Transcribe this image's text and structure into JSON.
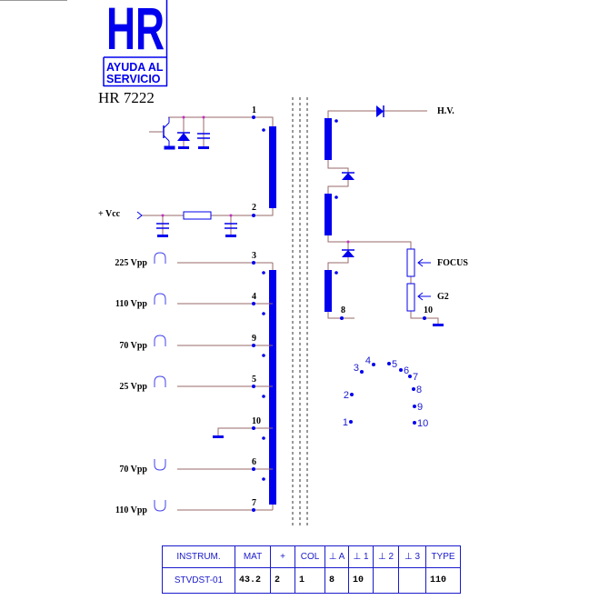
{
  "logo": {
    "letters": "HR",
    "line1": "AYUDA AL",
    "line2": "SERVICIO"
  },
  "model": "HR 7222",
  "primary": {
    "pin_top": "1",
    "pin_bottom": "2",
    "vcc_label": "+ Vcc"
  },
  "secondary_pins": [
    {
      "pin": "3",
      "label": "225  Vpp",
      "pulse": "positive"
    },
    {
      "pin": "4",
      "label": "110  Vpp",
      "pulse": "positive"
    },
    {
      "pin": "9",
      "label": "70  Vpp",
      "pulse": "positive"
    },
    {
      "pin": "5",
      "label": "25  Vpp",
      "pulse": "positive"
    },
    {
      "pin": "10",
      "label": "",
      "pulse": "ground"
    },
    {
      "pin": "6",
      "label": "70  Vpp",
      "pulse": "negative"
    },
    {
      "pin": "7",
      "label": "110  Vpp",
      "pulse": "negative"
    }
  ],
  "hv": {
    "hv_label": "H.V.",
    "focus_label": "FOCUS",
    "g2_label": "G2",
    "pin8": "8",
    "pin10": "10"
  },
  "socket_pins": [
    "1",
    "2",
    "3",
    "4",
    "5",
    "6",
    "7",
    "8",
    "9",
    "10"
  ],
  "table": {
    "headers": [
      "INSTRUM.",
      "MAT",
      "+",
      "COL",
      "⊥ A",
      "⊥ 1",
      "⊥ 2",
      "⊥ 3",
      "TYPE"
    ],
    "values": [
      "STVDST-01",
      "43.2",
      "2",
      "1",
      "8",
      "10",
      "",
      "",
      "110"
    ]
  },
  "colors": {
    "accent": "#0000ee",
    "wire": "#9a6a6a"
  }
}
